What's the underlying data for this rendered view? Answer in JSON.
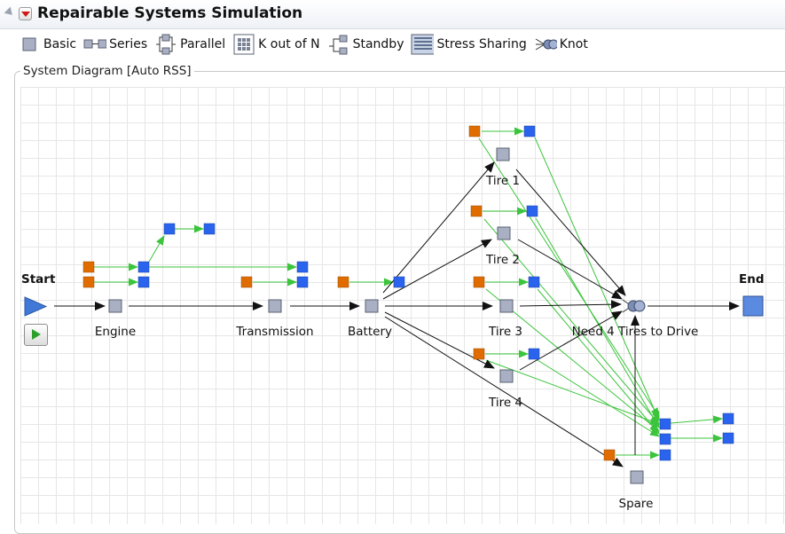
{
  "title": "Repairable Systems Simulation",
  "palette": [
    {
      "label": "Basic",
      "icon": "basic-block-icon"
    },
    {
      "label": "Series",
      "icon": "series-icon"
    },
    {
      "label": "Parallel",
      "icon": "parallel-icon"
    },
    {
      "label": "K out of N",
      "icon": "k-out-of-n-icon"
    },
    {
      "label": "Standby",
      "icon": "standby-icon"
    },
    {
      "label": "Stress Sharing",
      "icon": "stress-sharing-icon"
    },
    {
      "label": "Knot",
      "icon": "knot-icon"
    }
  ],
  "group_label": "System Diagram [Auto RSS]",
  "diagram": {
    "start": "Start",
    "end": "End",
    "nodes": {
      "engine": "Engine",
      "transmission": "Transmission",
      "battery": "Battery",
      "tire1": "Tire 1",
      "tire2": "Tire 2",
      "tire3": "Tire 3",
      "tire4": "Tire 4",
      "knot": "Need 4 Tires to Drive",
      "spare": "Spare"
    }
  },
  "colors": {
    "event_orange": "#e06c00",
    "event_blue": "#2a63ee",
    "link_green": "#3cc43c",
    "block_gray": "#a9b0c4",
    "arrow_black": "#111111"
  }
}
